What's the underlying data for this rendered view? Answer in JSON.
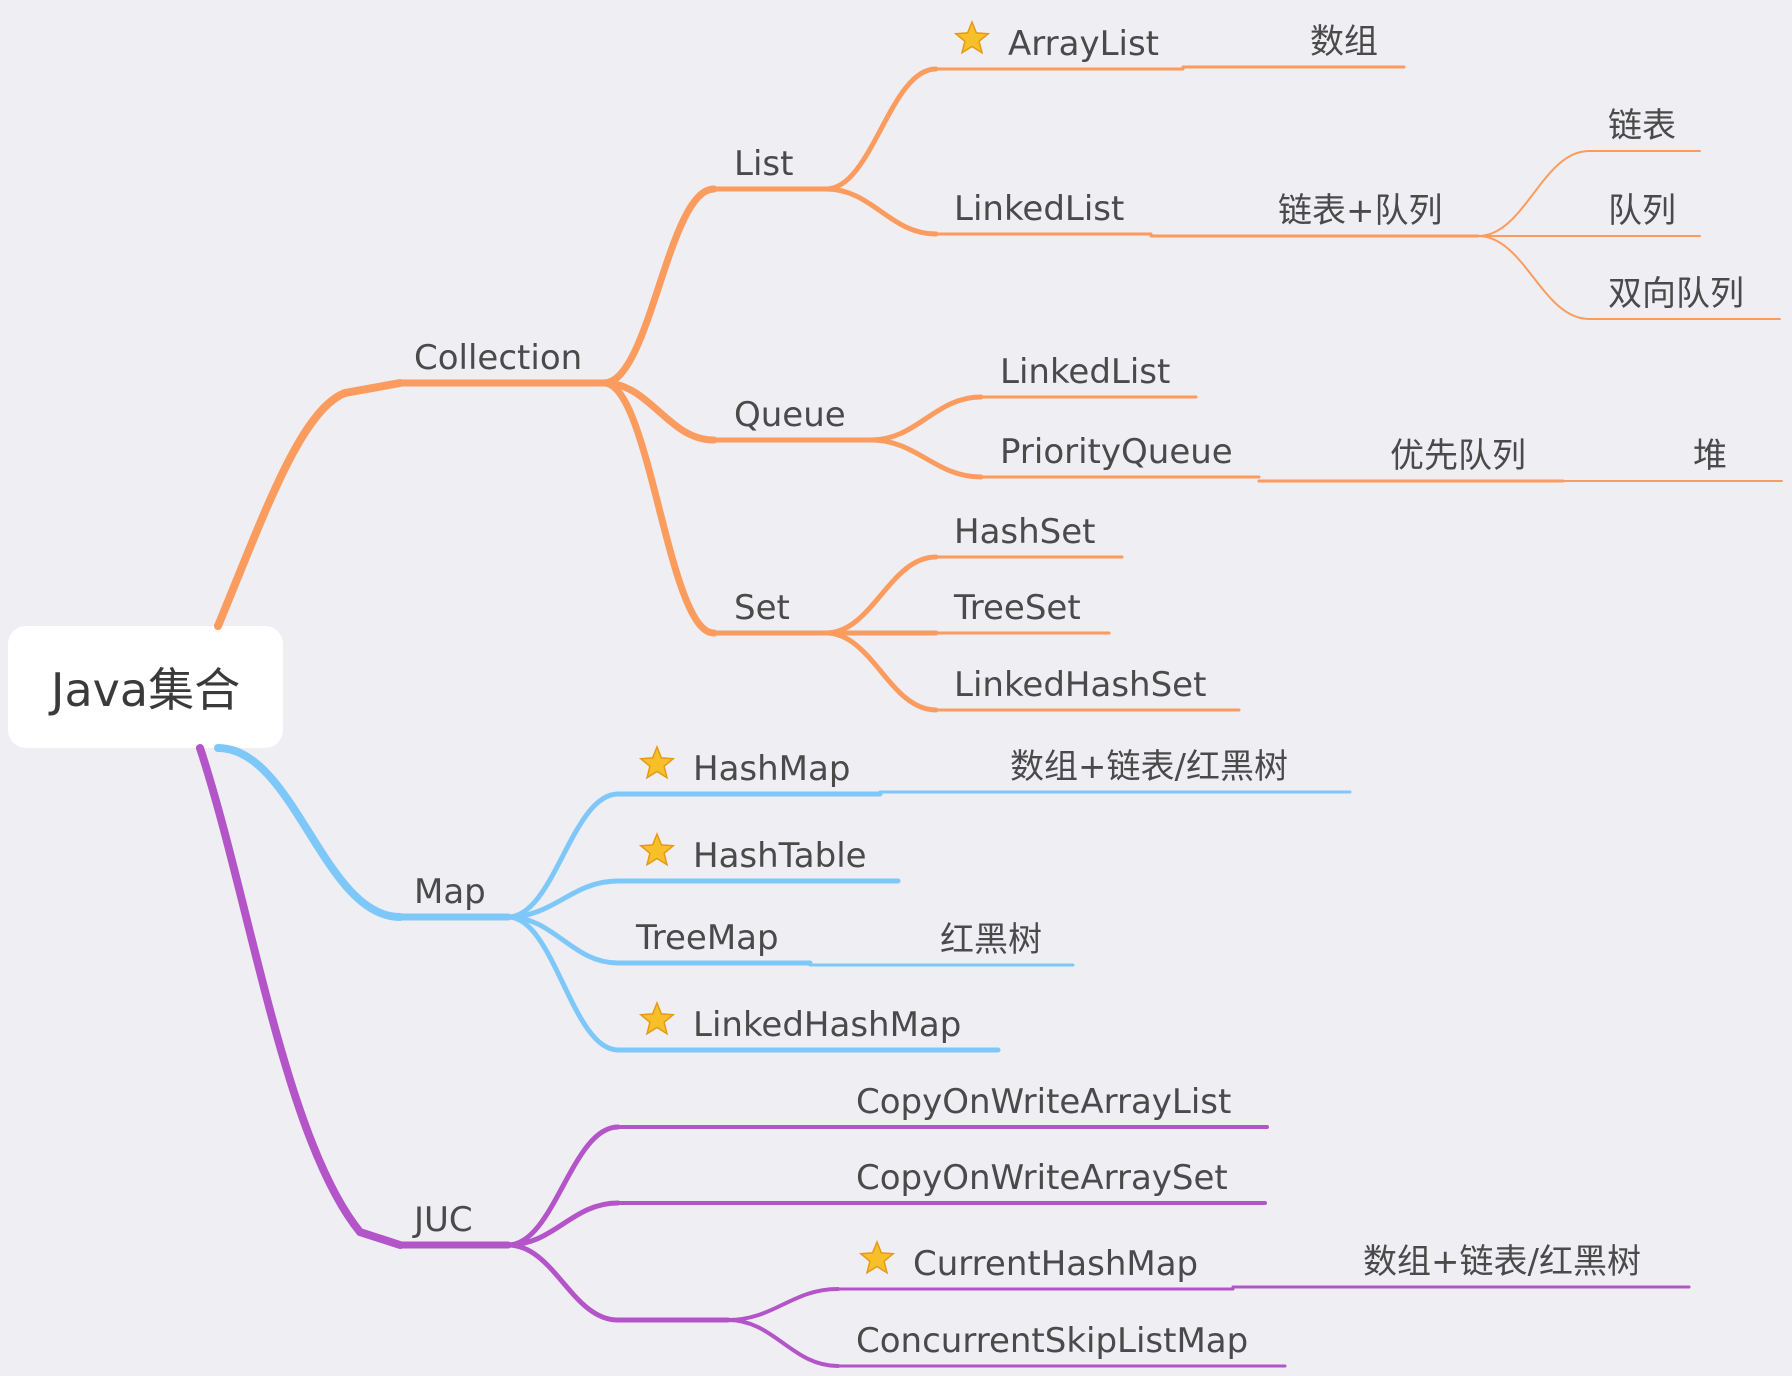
{
  "root": {
    "label": "Java集合"
  },
  "colors": {
    "collection": "#fb9b5e",
    "map": "#7ec8f9",
    "juc": "#b354c8",
    "text": "#4a4a4a",
    "background": "#efeef3",
    "star": "#f7c02b"
  },
  "icons": {
    "star": "star-icon"
  },
  "branches": [
    {
      "label": "Collection",
      "children": [
        {
          "label": "List",
          "children": [
            {
              "label": "ArrayList",
              "star": true,
              "children": [
                {
                  "label": "数组"
                }
              ]
            },
            {
              "label": "LinkedList",
              "children": [
                {
                  "label": "链表+队列",
                  "children": [
                    {
                      "label": "链表"
                    },
                    {
                      "label": "队列"
                    },
                    {
                      "label": "双向队列"
                    }
                  ]
                }
              ]
            }
          ]
        },
        {
          "label": "Queue",
          "children": [
            {
              "label": "LinkedList"
            },
            {
              "label": "PriorityQueue",
              "children": [
                {
                  "label": "优先队列",
                  "children": [
                    {
                      "label": "堆"
                    }
                  ]
                }
              ]
            }
          ]
        },
        {
          "label": "Set",
          "children": [
            {
              "label": "HashSet"
            },
            {
              "label": "TreeSet"
            },
            {
              "label": "LinkedHashSet"
            }
          ]
        }
      ]
    },
    {
      "label": "Map",
      "children": [
        {
          "label": "HashMap",
          "star": true,
          "children": [
            {
              "label": "数组+链表/红黑树"
            }
          ]
        },
        {
          "label": "HashTable",
          "star": true
        },
        {
          "label": "TreeMap",
          "children": [
            {
              "label": "红黑树"
            }
          ]
        },
        {
          "label": "LinkedHashMap",
          "star": true
        }
      ]
    },
    {
      "label": "JUC",
      "children": [
        {
          "label": "CopyOnWriteArrayList"
        },
        {
          "label": "CopyOnWriteArraySet"
        },
        {
          "label": "",
          "children": [
            {
              "label": "CurrentHashMap",
              "star": true,
              "children": [
                {
                  "label": "数组+链表/红黑树"
                }
              ]
            },
            {
              "label": "ConcurrentSkipListMap"
            }
          ]
        }
      ]
    }
  ]
}
